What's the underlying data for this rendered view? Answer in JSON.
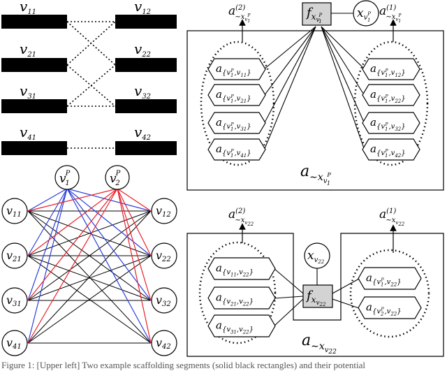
{
  "vertices": {
    "v11": {
      "base": "v",
      "sub": "11"
    },
    "v12": {
      "base": "v",
      "sub": "12"
    },
    "v21": {
      "base": "v",
      "sub": "21"
    },
    "v22": {
      "base": "v",
      "sub": "22"
    },
    "v31": {
      "base": "v",
      "sub": "31"
    },
    "v32": {
      "base": "v",
      "sub": "32"
    },
    "v41": {
      "base": "v",
      "sub": "41"
    },
    "v42": {
      "base": "v",
      "sub": "42"
    },
    "v1p": {
      "base": "v",
      "sub": "1",
      "sup": "P"
    },
    "v2p": {
      "base": "v",
      "sub": "2",
      "sup": "P"
    }
  },
  "factor_v1p": {
    "factor": {
      "base": "f",
      "sub": "x",
      "subsub": "v",
      "subsup": "P",
      "subsubsub": "1"
    },
    "variable": {
      "base": "x",
      "sub": "v",
      "subsup": "P",
      "subsub": "1"
    },
    "out_left": {
      "base": "a",
      "sup": "(2)",
      "sub": "∼x",
      "subsub": "v",
      "subsup": "P",
      "subsubsub": "1"
    },
    "out_right": {
      "base": "a",
      "sup": "(1)",
      "sub": "∼x",
      "subsub": "v",
      "subsup": "P",
      "subsubsub": "1"
    },
    "box_label": {
      "base": "a",
      "sub": "∼x",
      "subsub": "v",
      "subsup": "P",
      "subsubsub": "1"
    },
    "left_msgs": [
      {
        "base": "a",
        "sub": "{v",
        "subsub": "1",
        "subsup": "P",
        "tail": ",v",
        "tailsub": "11",
        "close": "}"
      },
      {
        "base": "a",
        "sub": "{v",
        "subsub": "1",
        "subsup": "P",
        "tail": ",v",
        "tailsub": "21",
        "close": "}"
      },
      {
        "base": "a",
        "sub": "{v",
        "subsub": "1",
        "subsup": "P",
        "tail": ",v",
        "tailsub": "31",
        "close": "}"
      },
      {
        "base": "a",
        "sub": "{v",
        "subsub": "1",
        "subsup": "P",
        "tail": ",v",
        "tailsub": "41",
        "close": "}"
      }
    ],
    "right_msgs": [
      {
        "base": "a",
        "sub": "{v",
        "subsub": "1",
        "subsup": "P",
        "tail": ",v",
        "tailsub": "12",
        "close": "}"
      },
      {
        "base": "a",
        "sub": "{v",
        "subsub": "1",
        "subsup": "P",
        "tail": ",v",
        "tailsub": "22",
        "close": "}"
      },
      {
        "base": "a",
        "sub": "{v",
        "subsub": "1",
        "subsup": "P",
        "tail": ",v",
        "tailsub": "32",
        "close": "}"
      },
      {
        "base": "a",
        "sub": "{v",
        "subsub": "1",
        "subsup": "P",
        "tail": ",v",
        "tailsub": "42",
        "close": "}"
      }
    ]
  },
  "factor_v22": {
    "factor": {
      "base": "f",
      "sub": "x",
      "subsub": "v",
      "subsubsub": "22"
    },
    "variable": {
      "base": "x",
      "sub": "v",
      "subsub": "22"
    },
    "out_left": {
      "base": "a",
      "sup": "(2)",
      "sub": "∼x",
      "subsub": "v",
      "subsubsub": "22"
    },
    "out_right": {
      "base": "a",
      "sup": "(1)",
      "sub": "∼x",
      "subsub": "v",
      "subsubsub": "22"
    },
    "box_label": {
      "base": "a",
      "sub": "∼x",
      "subsub": "v",
      "subsubsub": "22"
    },
    "left_msgs": [
      {
        "base": "a",
        "sub": "{v",
        "subsub": "11",
        "tail": ",v",
        "tailsub": "22",
        "close": "}"
      },
      {
        "base": "a",
        "sub": "{v",
        "subsub": "21",
        "tail": ",v",
        "tailsub": "22",
        "close": "}"
      },
      {
        "base": "a",
        "sub": "{v",
        "subsub": "31",
        "tail": ",v",
        "tailsub": "22",
        "close": "}"
      }
    ],
    "right_msgs": [
      {
        "base": "a",
        "sub": "{v",
        "subsub": "1",
        "subsup": "P",
        "tail": ",v",
        "tailsub": "22",
        "close": "}"
      },
      {
        "base": "a",
        "sub": "{v",
        "subsub": "2",
        "subsup": "P",
        "tail": ",v",
        "tailsub": "22",
        "close": "}"
      }
    ]
  },
  "caption": "Figure 1: [Upper left] Two example scaffolding segments (solid black rectangles) and their potential",
  "colors": {
    "red": "#e8202a",
    "blue": "#2b3fd8",
    "black": "#000000",
    "factor_fill": "#d3d3d3"
  }
}
